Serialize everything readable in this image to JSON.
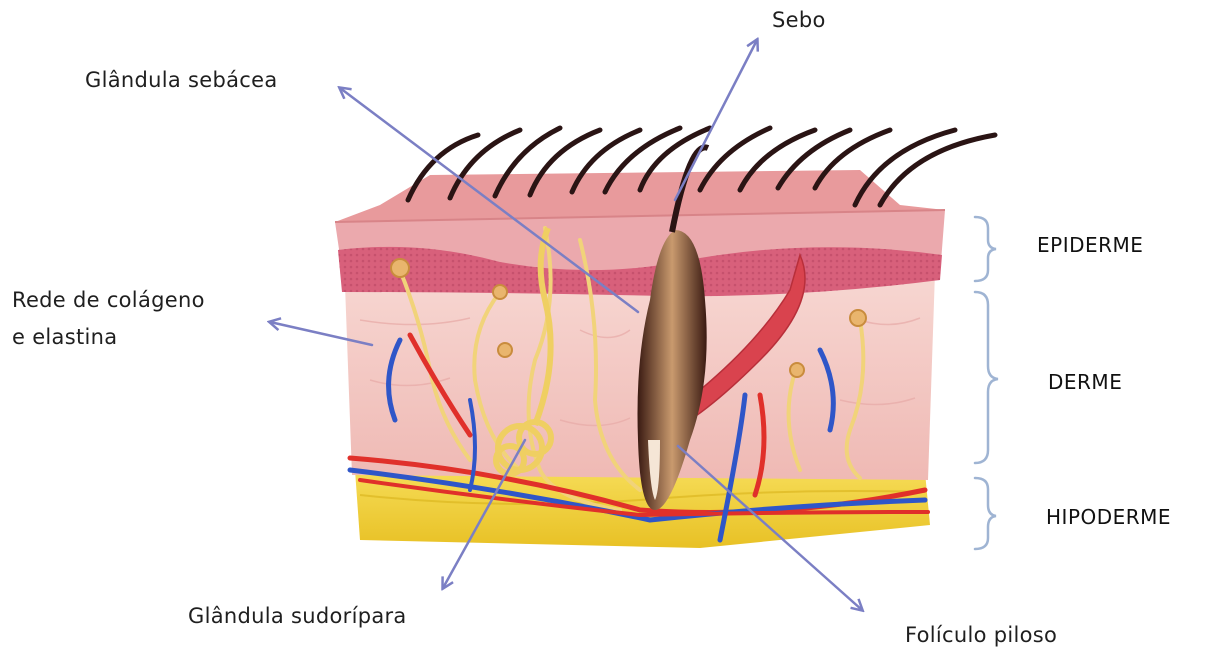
{
  "labels": {
    "sebo": "Sebo",
    "glandula_sebacea": "Glândula sebácea",
    "rede_line1": "Rede de colágeno",
    "rede_line2": "e elastina",
    "glandula_sudoripara": "Glândula sudorípara",
    "foliculo_piloso": "Folículo piloso"
  },
  "layers": {
    "epiderme": "EPIDERME",
    "derme": "DERME",
    "hipoderme": "HIPODERME"
  },
  "colors": {
    "arrow": "#7b7fc4",
    "bracket": "#9fb4d3",
    "epidermis_top": "#e8a2a5",
    "epidermis_band": "#d9677f",
    "dermis": "#f4c8c4",
    "hypodermis": "#f2d23c",
    "vein": "#2f56c8",
    "artery": "#e0302a",
    "nerve": "#f1d37a",
    "hair": "#2a1414"
  }
}
